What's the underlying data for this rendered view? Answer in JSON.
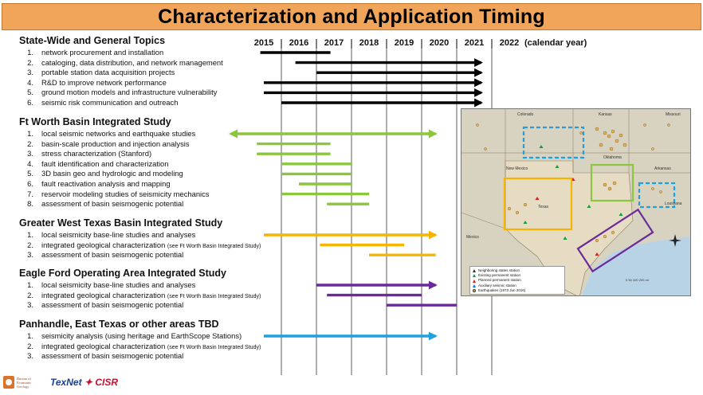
{
  "title": "Characterization and Application Timing",
  "years": [
    "2015",
    "2016",
    "2017",
    "2018",
    "2019",
    "2020",
    "2021",
    "2022"
  ],
  "year_suffix": "(calendar year)",
  "sections": [
    {
      "heading": "State-Wide and General Topics",
      "items": [
        {
          "num": "1.",
          "text": "network procurement and installation",
          "note": ""
        },
        {
          "num": "2.",
          "text": "cataloging, data distribution, and network management",
          "note": ""
        },
        {
          "num": "3.",
          "text": "portable station data acquisition projects",
          "note": ""
        },
        {
          "num": "4.",
          "text": "R&D to improve network performance",
          "note": ""
        },
        {
          "num": "5.",
          "text": "ground motion models and infrastructure vulnerability",
          "note": ""
        },
        {
          "num": "6.",
          "text": "seismic risk communication and outreach",
          "note": ""
        }
      ]
    },
    {
      "heading": "Ft Worth Basin Integrated Study",
      "items": [
        {
          "num": "1.",
          "text": "local seismic networks and earthquake studies",
          "note": ""
        },
        {
          "num": "2.",
          "text": "basin-scale production and injection analysis",
          "note": ""
        },
        {
          "num": "3.",
          "text": "stress characterization (Stanford)",
          "note": ""
        },
        {
          "num": "4.",
          "text": "fault identification and characterization",
          "note": ""
        },
        {
          "num": "5.",
          "text": "3D basin geo and hydrologic and modeling",
          "note": ""
        },
        {
          "num": "6.",
          "text": "fault reactivation analysis and mapping",
          "note": ""
        },
        {
          "num": "7.",
          "text": "reservoir modeling studies of seismicity mechanics",
          "note": ""
        },
        {
          "num": "8.",
          "text": "assessment of basin seismogenic potential",
          "note": ""
        }
      ]
    },
    {
      "heading": "Greater West Texas Basin Integrated Study",
      "items": [
        {
          "num": "1.",
          "text": "local seismicity base-line studies and analyses",
          "note": ""
        },
        {
          "num": "2.",
          "text": "integrated geological characterization",
          "note": "(see Ft Worth Basin Integrated Study)"
        },
        {
          "num": "3.",
          "text": "assessment of basin seismogenic potential",
          "note": ""
        }
      ]
    },
    {
      "heading": "Eagle Ford Operating Area Integrated Study",
      "items": [
        {
          "num": "1.",
          "text": "local seismicity base-line studies and analyses",
          "note": ""
        },
        {
          "num": "2.",
          "text": "integrated geological characterization",
          "note": "(see Ft Worth Basin Integrated Study)"
        },
        {
          "num": "3.",
          "text": "assessment of basin seismogenic potential",
          "note": ""
        }
      ]
    },
    {
      "heading": "Panhandle, East Texas or other areas TBD",
      "items": [
        {
          "num": "1.",
          "text": "seismicity analysis (using heritage and EarthScope Stations)",
          "note": ""
        },
        {
          "num": "2.",
          "text": "integrated geological characterization",
          "note": "(see Ft Worth Basin Integrated Study)"
        },
        {
          "num": "3.",
          "text": "assessment of basin seismogenic potential",
          "note": ""
        }
      ]
    }
  ],
  "colors": {
    "title_bg": "#f0a55a",
    "statewide": "#000000",
    "ftworth": "#8cc63f",
    "westtexas": "#f7b500",
    "eagleford": "#6a2a9a",
    "panhandle": "#1fa0e0"
  },
  "chart_data": {
    "type": "gantt",
    "x_unit": "calendar year",
    "x_range": [
      2015,
      2022
    ],
    "tasks": [
      {
        "group": "statewide",
        "item": 1,
        "start": 2014.9,
        "end": 2016.9,
        "arrow": "none"
      },
      {
        "group": "statewide",
        "item": 2,
        "start": 2015.9,
        "end": 2021.2,
        "arrow": "right"
      },
      {
        "group": "statewide",
        "item": 3,
        "start": 2016.5,
        "end": 2021.2,
        "arrow": "right"
      },
      {
        "group": "statewide",
        "item": 4,
        "start": 2015.0,
        "end": 2021.2,
        "arrow": "right"
      },
      {
        "group": "statewide",
        "item": 5,
        "start": 2015.0,
        "end": 2021.2,
        "arrow": "right"
      },
      {
        "group": "statewide",
        "item": 6,
        "start": 2015.5,
        "end": 2021.2,
        "arrow": "right"
      },
      {
        "group": "ftworth",
        "item": 1,
        "start": 2014.2,
        "end": 2019.9,
        "arrow": "both"
      },
      {
        "group": "ftworth",
        "item": 2,
        "start": 2014.8,
        "end": 2016.9,
        "arrow": "none"
      },
      {
        "group": "ftworth",
        "item": 3,
        "start": 2014.8,
        "end": 2016.9,
        "arrow": "none"
      },
      {
        "group": "ftworth",
        "item": 4,
        "start": 2015.5,
        "end": 2017.5,
        "arrow": "none"
      },
      {
        "group": "ftworth",
        "item": 5,
        "start": 2015.5,
        "end": 2017.5,
        "arrow": "none"
      },
      {
        "group": "ftworth",
        "item": 6,
        "start": 2016.0,
        "end": 2017.5,
        "arrow": "none"
      },
      {
        "group": "ftworth",
        "item": 7,
        "start": 2015.5,
        "end": 2018.0,
        "arrow": "none"
      },
      {
        "group": "ftworth",
        "item": 8,
        "start": 2016.8,
        "end": 2018.0,
        "arrow": "none"
      },
      {
        "group": "westtexas",
        "item": 1,
        "start": 2015.0,
        "end": 2019.9,
        "arrow": "right"
      },
      {
        "group": "westtexas",
        "item": 2,
        "start": 2016.6,
        "end": 2019.0,
        "arrow": "none"
      },
      {
        "group": "westtexas",
        "item": 3,
        "start": 2018.0,
        "end": 2019.9,
        "arrow": "none"
      },
      {
        "group": "eagleford",
        "item": 1,
        "start": 2016.5,
        "end": 2019.9,
        "arrow": "right"
      },
      {
        "group": "eagleford",
        "item": 2,
        "start": 2016.8,
        "end": 2019.5,
        "arrow": "none"
      },
      {
        "group": "eagleford",
        "item": 3,
        "start": 2018.5,
        "end": 2020.5,
        "arrow": "none"
      },
      {
        "group": "panhandle",
        "item": 1,
        "start": 2015.0,
        "end": 2019.9,
        "arrow": "right"
      }
    ]
  },
  "map": {
    "labels": {
      "colorado": "Colorado",
      "kansas": "Kansas",
      "missouri": "Missouri",
      "oklahoma": "Oklahoma",
      "new_mexico": "New Mexico",
      "arkansas": "Arkansas",
      "louisiana": "Louisiana",
      "mexico": "Mexico",
      "texas": "Texas"
    },
    "legend": [
      "Neighboring states station",
      "Existing permanent station",
      "Planned permanent station",
      "Auxiliary seismic station",
      "Earthquakes (1973 Jun 2016)"
    ],
    "scale": "0   50  100  200 mi"
  },
  "logos": {
    "beg": "Bureau of Economic Geology",
    "texnet_a": "TexNet",
    "texnet_b": "CISR"
  }
}
